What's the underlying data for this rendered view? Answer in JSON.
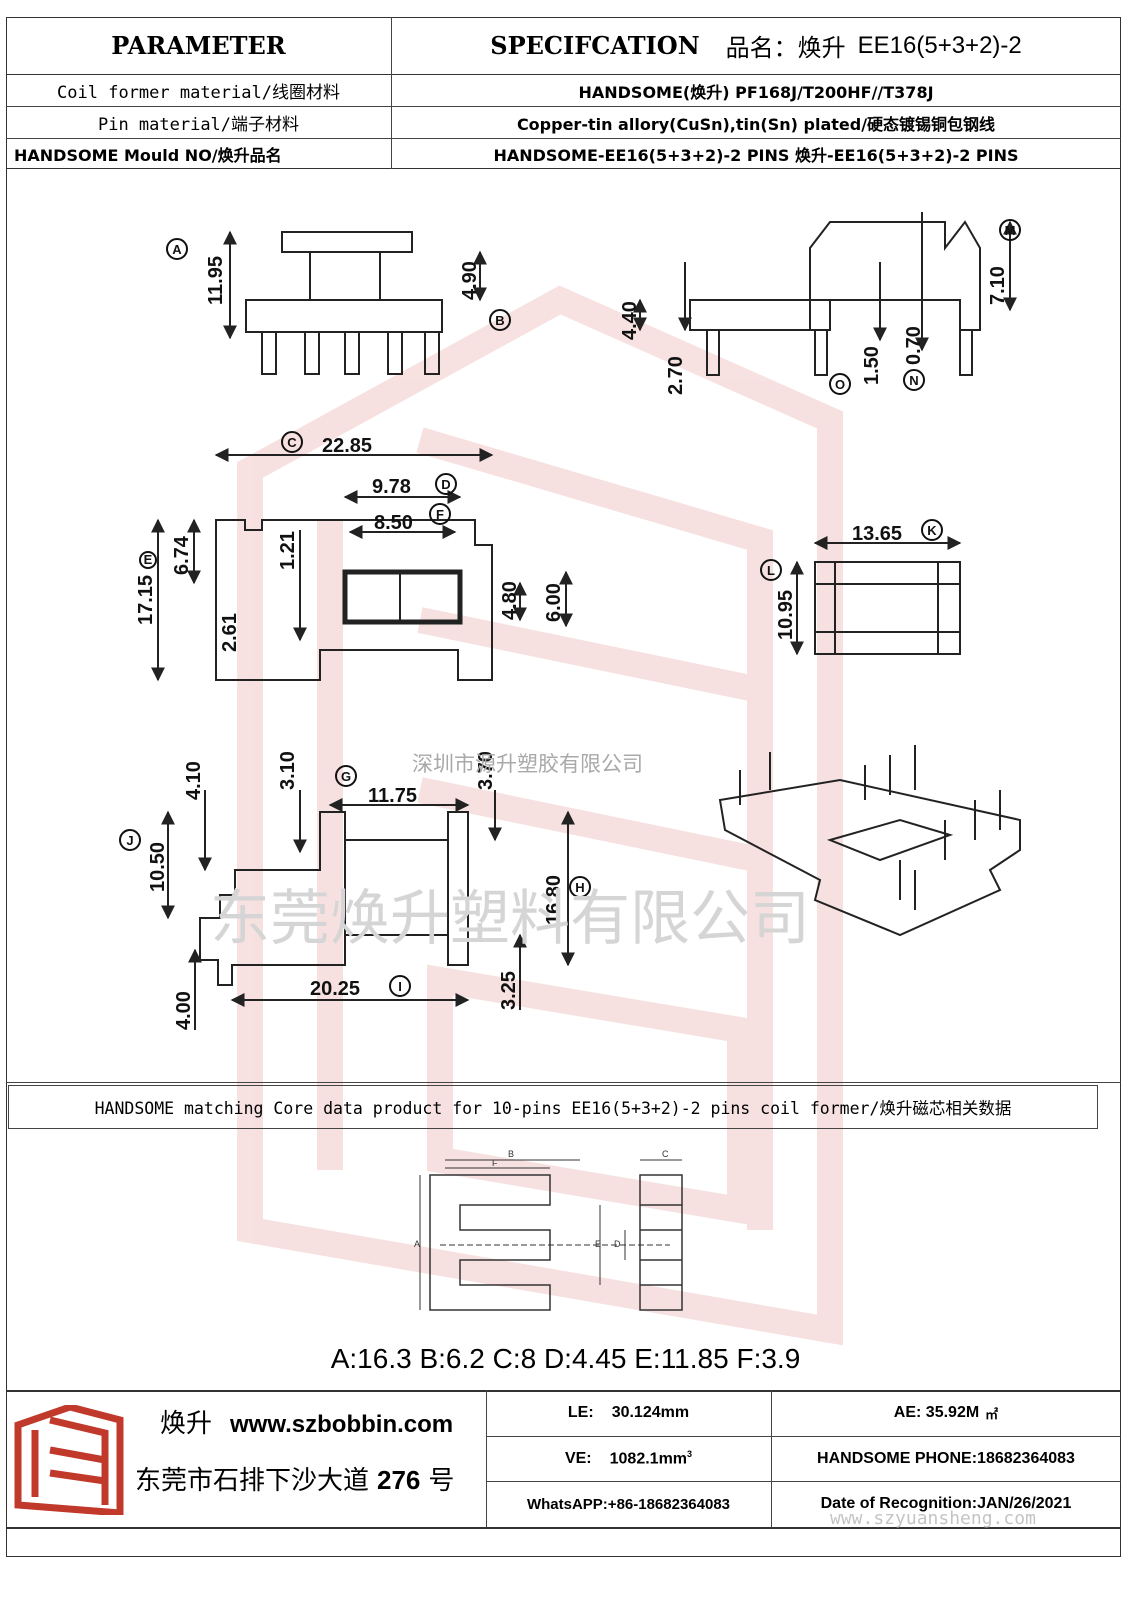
{
  "header": {
    "parameter_label": "PARAMETER",
    "spec_label": "SPECIFCATION",
    "product_name_label": "品名：焕升",
    "product_name_value": "EE16(5+3+2)-2"
  },
  "spec_rows": [
    {
      "param": "Coil former material/线圈材料",
      "value": "HANDSOME(焕升)   PF168J/T200HF//T378J"
    },
    {
      "param": "Pin material/端子材料",
      "value": "Copper-tin allory(CuSn),tin(Sn) plated/硬态镀锡铜包钢线"
    },
    {
      "param": "HANDSOME Mould NO/焕升品名",
      "value": "HANDSOME-EE16(5+3+2)-2 PINS    焕升-EE16(5+3+2)-2 PINS"
    }
  ],
  "drawing": {
    "dims": {
      "a": "11.95",
      "b_small": "4.90",
      "c": "22.85",
      "d": "9.78",
      "f": "8.50",
      "e_height": "17.15",
      "d674": "6.74",
      "d121": "1.21",
      "d261": "2.61",
      "d480": "4.80",
      "d600": "6.00",
      "k": "13.65",
      "l": "10.95",
      "d440": "4.40",
      "d270": "2.70",
      "d150": "1.50",
      "d070": "0.70",
      "m": "7.10",
      "d410": "4.10",
      "d310": "3.10",
      "g": "11.75",
      "d370": "3.70",
      "j": "10.50",
      "h": "16.80",
      "i": "20.25",
      "d400": "4.00",
      "d325": "3.25"
    },
    "labels": {
      "A": "A",
      "B": "B",
      "C": "C",
      "D": "D",
      "E": "E",
      "F": "F",
      "G": "G",
      "H": "H",
      "I": "I",
      "J": "J",
      "K": "K",
      "L": "L",
      "M": "M",
      "N": "N",
      "O": "O"
    },
    "watermark_top": "深圳市源升塑胶有限公司",
    "watermark_mid": "东莞焕升塑料有限公司"
  },
  "core_section": {
    "title": "HANDSOME matching Core data  product for 10-pins EE16(5+3+2)-2 pins coil former/焕升磁芯相关数据",
    "core_labels": {
      "A": "A",
      "B": "B",
      "C": "C",
      "D": "D",
      "E": "E",
      "F": "F"
    },
    "core_values": "A:16.3 B:6.2 C:8 D:4.45 E:11.85 F:3.9"
  },
  "footer": {
    "brand": "焕升",
    "website": "www.szbobbin.com",
    "address_text": "东莞市石排下沙大道",
    "address_no": "276",
    "address_suffix": "号",
    "le_label": "LE:",
    "le_value": "30.124mm",
    "ae_label": "AE: 35.92M",
    "ae_unit": "㎡",
    "ve_label": "VE:",
    "ve_value": "1082.1mm",
    "ve_sup": "3",
    "phone": "HANDSOME PHONE:18682364083",
    "whatsapp": "WhatsAPP:+86-18682364083",
    "date": "Date of Recognition:JAN/26/2021",
    "watermark_url": "www.szyuansheng.com"
  },
  "colors": {
    "line": "#444444",
    "watermark": "#e8b4b4",
    "logo_red": "#c0392b"
  }
}
